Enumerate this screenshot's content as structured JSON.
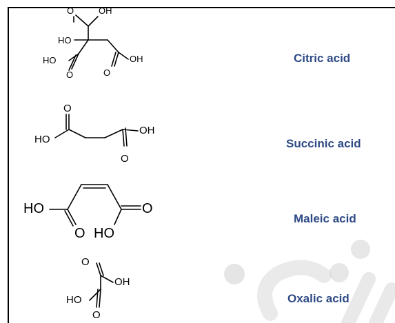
{
  "structures": [
    {
      "name": "Citric acid",
      "atoms": {
        "oh1": "OH",
        "o1": "O",
        "ho": "HO",
        "ho2": "HO",
        "o2": "O",
        "oh2": "OH",
        "o3": "O"
      }
    },
    {
      "name": "Succinic acid",
      "atoms": {
        "o1": "O",
        "ho": "HO",
        "oh": "OH",
        "o2": "O"
      }
    },
    {
      "name": "Maleic acid",
      "atoms": {
        "ho": "HO",
        "o1": "O",
        "o2": "O",
        "ho2": "HO"
      }
    },
    {
      "name": "Oxalic acid",
      "atoms": {
        "o1": "O",
        "oh": "OH",
        "ho": "HO",
        "o2": "O"
      }
    }
  ],
  "colors": {
    "label": "#2e4a85",
    "watermark": "#c9c9c9"
  }
}
